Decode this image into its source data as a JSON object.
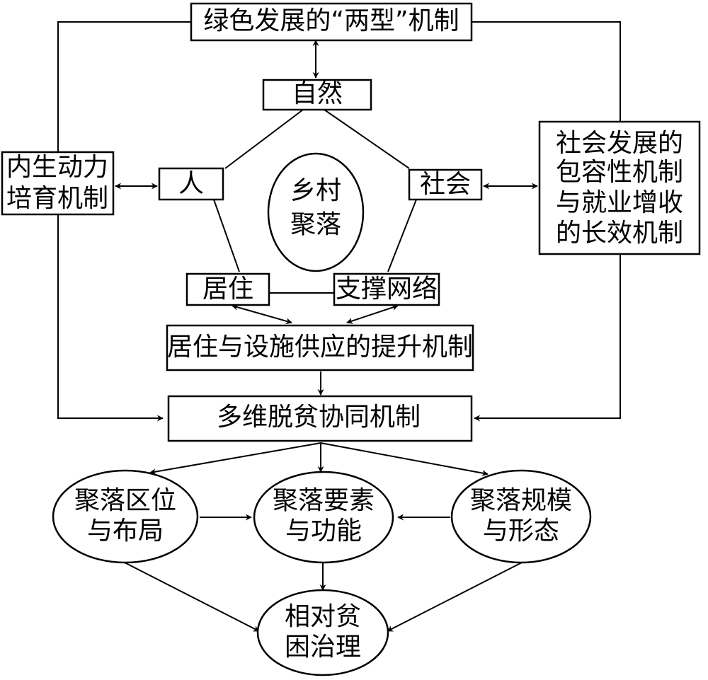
{
  "nodes": {
    "green_mechanism": "绿色发展的“两型”机制",
    "nature": "自然",
    "people": "人",
    "society": "社会",
    "village": [
      "乡村",
      "聚落"
    ],
    "living": "居住",
    "support_network": "支撑网络",
    "endogenous": [
      "内生动力",
      "培育机制"
    ],
    "social_inclusive": [
      "社会发展的",
      "包容性机制",
      "与就业增收",
      "的长效机制"
    ],
    "living_facility": "居住与设施供应的提升机制",
    "poverty_synergy": "多维脱贫协同机制",
    "location_layout": [
      "聚落区位",
      "与布局"
    ],
    "elements_function": [
      "聚落要素",
      "与功能"
    ],
    "scale_form": [
      "聚落规模",
      "与形态"
    ],
    "relative_poverty": [
      "相对贫",
      "困治理"
    ]
  }
}
